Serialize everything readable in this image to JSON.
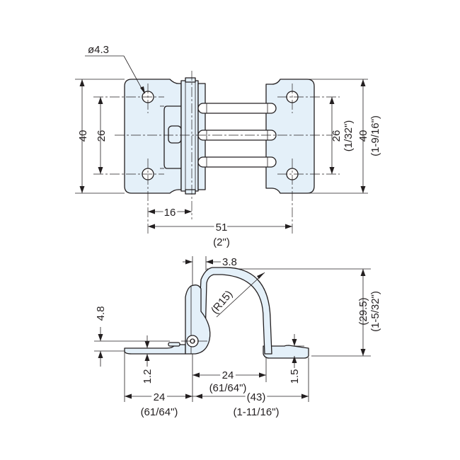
{
  "top_view": {
    "hole_dia": "ø4.3",
    "left_height": "40",
    "left_pitch": "26",
    "right_pitch": "26",
    "right_pitch_inch": "(1/32\")",
    "right_height": "40",
    "right_height_inch": "(1-9/16\")",
    "hole_offset": "16",
    "overall_width": "51",
    "overall_width_inch": "(2\")"
  },
  "side_view": {
    "leaf_offset": "3.8",
    "radius": "(R15)",
    "pin_height": "4.8",
    "total_height": "(29.5)",
    "total_height_inch": "(1-5/32\")",
    "thickness_left": "1.2",
    "thickness_right": "1.5",
    "left_leaf": "24",
    "left_leaf_inch": "(61/64\")",
    "mid_span": "24",
    "mid_span_inch": "(61/64\")",
    "right_span": "(43)",
    "right_span_inch": "(1-11/16\")"
  },
  "colors": {
    "part_fill": "#e4f0f9",
    "line": "#231f20"
  }
}
